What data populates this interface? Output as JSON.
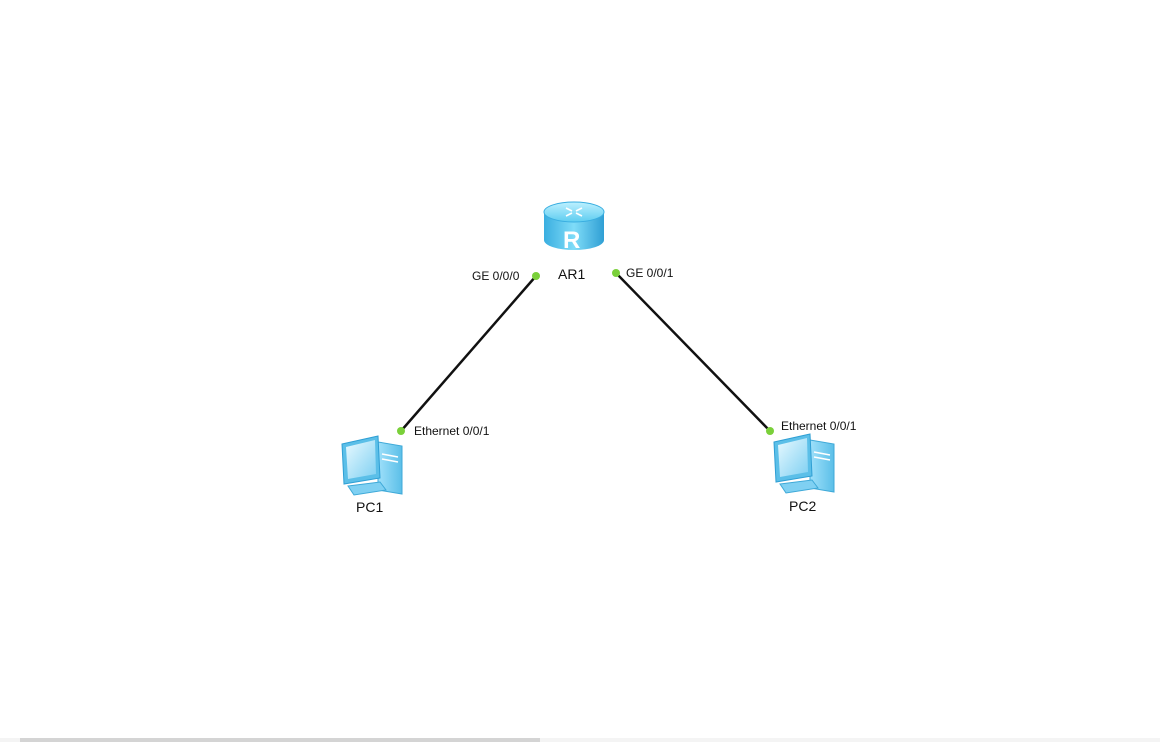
{
  "topology": {
    "devices": {
      "router": {
        "label": "AR1",
        "icon": "router-icon"
      },
      "pc1": {
        "label": "PC1",
        "icon": "pc-icon"
      },
      "pc2": {
        "label": "PC2",
        "icon": "pc-icon"
      }
    },
    "links": [
      {
        "from_port": "GE 0/0/0",
        "to_port": "Ethernet 0/0/1"
      },
      {
        "from_port": "GE 0/0/1",
        "to_port": "Ethernet 0/0/1"
      }
    ]
  },
  "colors": {
    "link": "#111111",
    "port_dot": "#7ad03a",
    "router_body": "#4fc3e8",
    "pc_body": "#8fd6f5"
  }
}
